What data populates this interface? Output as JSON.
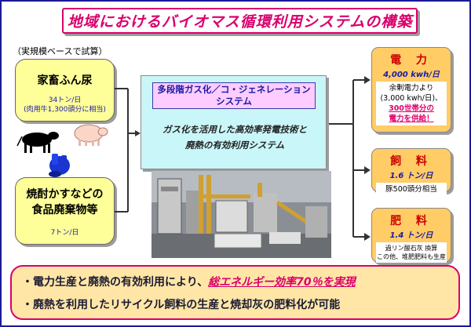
{
  "title": "地域におけるバイオマス循環利用システムの構築",
  "note": "（実規模ベースで試算）",
  "inputs": [
    {
      "title": "家畜ふん尿",
      "line1": "34トン/日",
      "line2": "(肉用牛1,300頭分に相当)"
    },
    {
      "title_l1": "焼酎かすなどの",
      "title_l2": "食品廃棄物等",
      "line1": "7トン/日"
    }
  ],
  "center": {
    "title_l1": "多段階ガス化／コ・ジェネレーション",
    "title_l2": "システム",
    "body_l1": "ガス化を活用した高効率発電技術と",
    "body_l2": "廃熱の有効利用システム"
  },
  "outputs": [
    {
      "title": "電 力",
      "value": "4,000 kwh/日",
      "d1": "余剰電力より",
      "d2": "(3,000 kwh/日)、",
      "d3": "300世帯分の",
      "d4": "電力を供給！"
    },
    {
      "title": "飼 料",
      "value": "1.6 トン/日",
      "d1": "豚500頭分相当"
    },
    {
      "title": "肥 料",
      "value": "1.4 トン/日",
      "d1": "過リン酸石灰 換算",
      "d2": "この他、堆肥肥料も生産"
    }
  ],
  "bottom": {
    "l1_pre": "・電力生産と廃熱の有効利用により、",
    "l1_hl": "総エネルギー効率70％を実現",
    "l2": "・廃熱を利用したリサイクル飼料の生産と焼却灰の肥料化が可能"
  },
  "colors": {
    "accent": "#d9006c",
    "navy": "#1a1aa6",
    "yellow": "#ffff99",
    "orange": "#ffcc66",
    "cyan": "#c9f6f8",
    "pink": "#ffccff"
  }
}
